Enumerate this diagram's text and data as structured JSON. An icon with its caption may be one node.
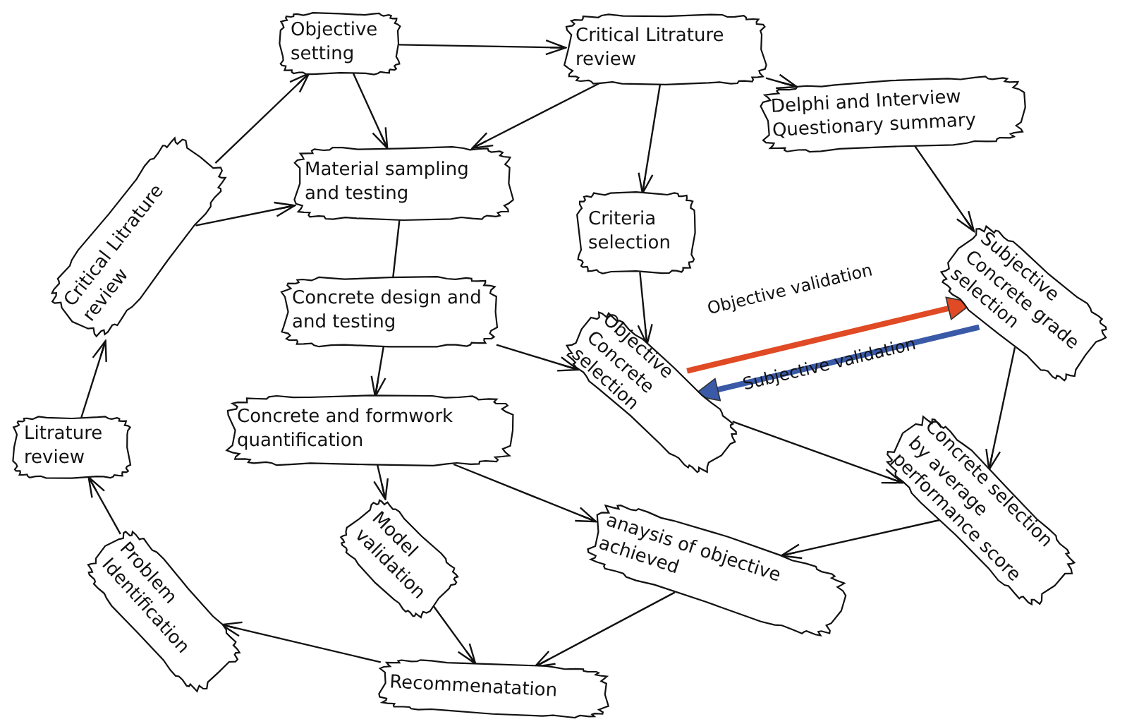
{
  "diagram": {
    "nodes": [
      {
        "text": [
          "Objective setting"
        ]
      },
      {
        "text": [
          "Critical Litrature review"
        ]
      },
      {
        "text": [
          "Delphi and Interview Questionary summary"
        ]
      },
      {
        "text": [
          "Critical Litrature review"
        ]
      },
      {
        "text": [
          "Material sampling and testing"
        ]
      },
      {
        "text": [
          "Criteria selection"
        ]
      },
      {
        "text": [
          "Subjective Concrete grade selection"
        ]
      },
      {
        "text": [
          "Concrete design and and testing"
        ]
      },
      {
        "text": [
          "Objective Concrete selection"
        ]
      },
      {
        "text": [
          "Litrature review"
        ]
      },
      {
        "text": [
          "Concrete and formwork quantification"
        ]
      },
      {
        "text": [
          "Concrete selection by average performance score"
        ]
      },
      {
        "text": [
          "Model validation"
        ]
      },
      {
        "text": [
          "anaysis of objective achieved"
        ]
      },
      {
        "text": [
          "Problem Identification"
        ]
      },
      {
        "text": [
          "Recommenatation"
        ]
      }
    ],
    "edges": [
      {
        "from": 0,
        "to": 1,
        "arrow": "to"
      },
      {
        "from": 0,
        "to": 4,
        "arrow": "to"
      },
      {
        "from": 1,
        "to": 4,
        "arrow": "to"
      },
      {
        "from": 1,
        "to": 2,
        "arrow": "to"
      },
      {
        "from": 1,
        "to": 5,
        "arrow": "to"
      },
      {
        "from": 3,
        "to": 0,
        "arrow": "to"
      },
      {
        "from": 3,
        "to": 4,
        "arrow": "to"
      },
      {
        "from": 4,
        "to": 7,
        "arrow": "none"
      },
      {
        "from": 7,
        "to": 8,
        "arrow": "to"
      },
      {
        "from": 7,
        "to": 10,
        "arrow": "to"
      },
      {
        "from": 5,
        "to": 8,
        "arrow": "to"
      },
      {
        "from": 2,
        "to": 6,
        "arrow": "to"
      },
      {
        "from": 8,
        "to": 6,
        "arrow": "to",
        "label": "Objective validation",
        "style": "thick",
        "color": "#e04a24"
      },
      {
        "from": 6,
        "to": 8,
        "arrow": "to",
        "label": "Subjective validation",
        "style": "thick",
        "color": "#3a5aa8"
      },
      {
        "from": 8,
        "to": 11,
        "arrow": "to"
      },
      {
        "from": 6,
        "to": 11,
        "arrow": "to"
      },
      {
        "from": 10,
        "to": 12,
        "arrow": "to"
      },
      {
        "from": 10,
        "to": 13,
        "arrow": "to"
      },
      {
        "from": 12,
        "to": 15,
        "arrow": "to"
      },
      {
        "from": 11,
        "to": 13,
        "arrow": "to"
      },
      {
        "from": 13,
        "to": 15,
        "arrow": "to"
      },
      {
        "from": 15,
        "to": 14,
        "arrow": "to"
      },
      {
        "from": 14,
        "to": 9,
        "arrow": "to"
      },
      {
        "from": 9,
        "to": 3,
        "arrow": "to"
      }
    ]
  }
}
